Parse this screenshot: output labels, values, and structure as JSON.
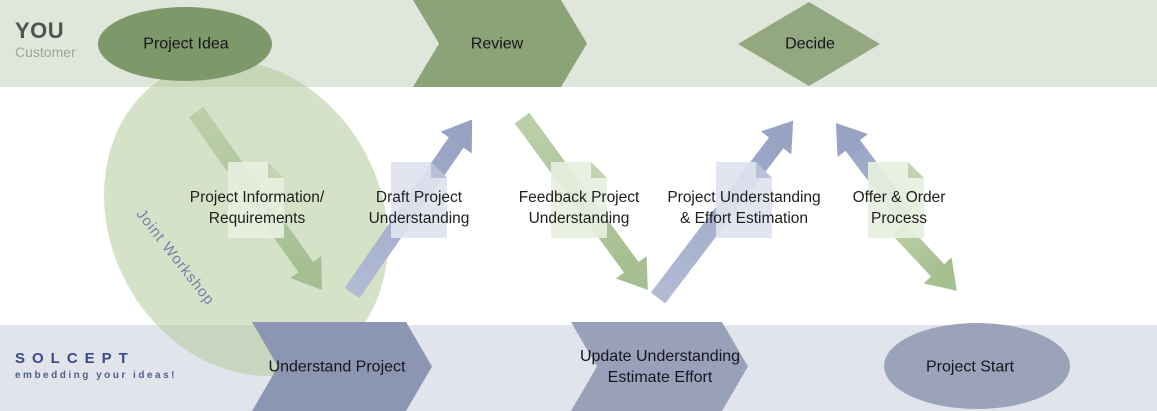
{
  "customer_lane": {
    "title": "YOU",
    "subtitle": "Customer",
    "steps": {
      "project_idea": "Project Idea",
      "review": "Review",
      "decide": "Decide"
    }
  },
  "provider_lane": {
    "logo": "SOLCEPT",
    "tagline": "embedding your ideas!",
    "steps": {
      "understand_project": "Understand Project",
      "update_line1": "Update Understanding",
      "update_line2": "Estimate Effort",
      "project_start": "Project Start"
    }
  },
  "workshop": {
    "label": "Joint Workshop"
  },
  "documents": [
    {
      "line1": "Project Information/",
      "line2": "Requirements"
    },
    {
      "line1": "Draft Project",
      "line2": "Understanding"
    },
    {
      "line1": "Feedback Project",
      "line2": "Understanding"
    },
    {
      "line1": "Project Understanding",
      "line2": "& Effort Estimation"
    },
    {
      "line1": "Offer & Order",
      "line2": "Process"
    }
  ],
  "colors": {
    "customer_band": "#e1e6dd",
    "provider_band": "#e2e4ec",
    "customer_shape_green": "#7d996a",
    "provider_shape_blue": "#8c95b2",
    "green_arrow": "#a5bf90",
    "blue_arrow": "#98a3c4",
    "workshop_blob": "#d5e2c6",
    "logo_blue": "#39498a"
  }
}
